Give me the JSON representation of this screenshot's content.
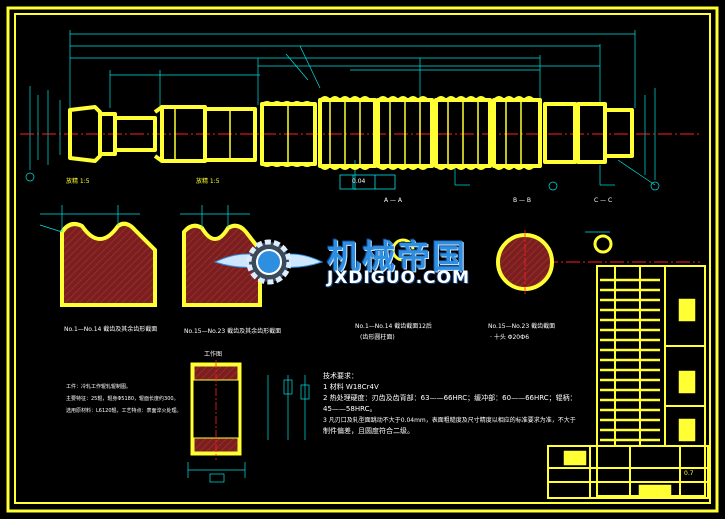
{
  "drawing": {
    "colors": {
      "background": "#000000",
      "border": "#ffff33",
      "part": "#ffff33",
      "centerline": "#ff2020",
      "dimension": "#00e5e5",
      "hatch": "#7a1f1f",
      "text": "#ffffff"
    },
    "scale_left": "放精 1:5",
    "scale_mid": "放精 1:5",
    "section_aa": "A — A",
    "section_bb": "B — B",
    "section_cc": "C — C",
    "detail_left_caption": "No.1—No.14 截齿及其余齿形截面",
    "detail_mid_caption": "No.15—No.23 截齿及其余齿形截面",
    "section_caption_1": "No.1—No.14 截齿截面12后",
    "section_caption_1b": "(齿形圆柱面)",
    "section_caption_2": "No.15—No.23 截齿截面",
    "section_caption_2b": "· 十头 Φ20Ф6",
    "work_figure_label": "工作图",
    "notes_left": [
      "工件：冷轧工作辊轧辊制图。",
      "主要特征：25辊，辊身Φ5180，辊面长度约300。",
      "选用原材料：L6120辊，工艺特点：表面淬火处理。"
    ],
    "tech_title": "技术要求：",
    "tech_lines": [
      "1  材料  W18Cr4V",
      "2  热处理硬度：刃齿及齿背部：63——66HRC；缓冲部：60——66HRC；辊柄：",
      "   45——58HRC。",
      "3  凡刃口及轧型面跳动不大于0.04mm，表面粗糙度及尺寸精度以相应的标准要求为准，不大于",
      "   制件偏差，且圆度符合二级。"
    ],
    "tolerance_box": "0.04",
    "title_block_tag": "0.7"
  },
  "watermark": {
    "title": "机械帝国",
    "subtitle": "JXDIGUO.COM"
  }
}
